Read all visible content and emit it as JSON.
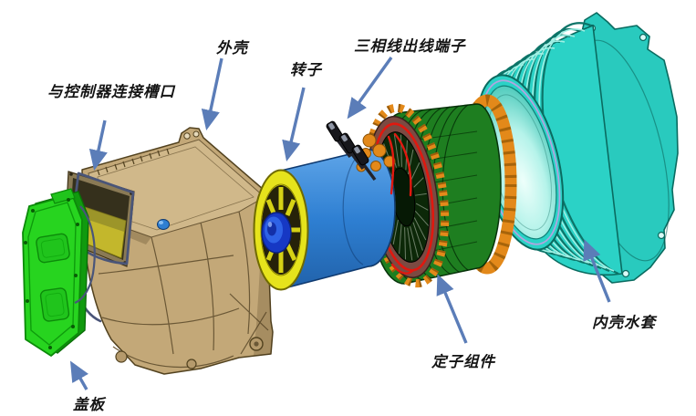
{
  "diagram": {
    "kind": "exploded-view-of-electric-motor",
    "background_color": "#ffffff",
    "annotation_arrow_color": "#5b7db8",
    "label_text_color": "#141414"
  },
  "labels": [
    {
      "part": "controller-connection-slot",
      "text": "与控制器连接槽口"
    },
    {
      "part": "outer-housing",
      "text": "外壳"
    },
    {
      "part": "rotor",
      "text": "转子"
    },
    {
      "part": "three-phase-lead-terminals",
      "text": "三相线出线端子"
    },
    {
      "part": "inner-shell-water-jacket",
      "text": "内壳水套"
    },
    {
      "part": "stator-assembly",
      "text": "定子组件"
    },
    {
      "part": "cover-plate",
      "text": "盖板"
    }
  ],
  "part_colors": {
    "cover_plate_green": "#27d41f",
    "housing_tan": "#c3a878",
    "rotor_body_blue": "#2e7fd2",
    "rotor_end_ring_yellow": "#e6e31c",
    "rotor_hub_navy": "#1638c4",
    "stator_core_green": "#1e7e20",
    "stator_winding_orange": "#e3891a",
    "stator_end_ring_brown": "#7c4a42",
    "lead_wire_red": "#e0180f",
    "terminal_black": "#17171c",
    "water_jacket_cyan": "#2bd2c6",
    "gasket_slate": "#4a5578"
  }
}
